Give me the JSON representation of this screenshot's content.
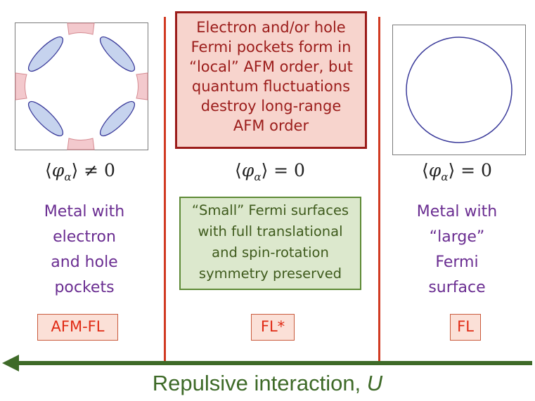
{
  "left_panel": {
    "order_parameter": "≠ 0",
    "description_lines": [
      "Metal with",
      "electron",
      "and hole",
      "pockets"
    ],
    "tag": "AFM-FL"
  },
  "middle_panel": {
    "box_lines": [
      "Electron and/or hole",
      "Fermi pockets form in",
      "“local” AFM order, but",
      "quantum fluctuations",
      "destroy long-range",
      "AFM order"
    ],
    "order_parameter": "= 0",
    "green_box_lines": [
      "“Small” Fermi surfaces",
      "with full translational",
      "and spin-rotation",
      "symmetry preserved"
    ],
    "tag": "FL*"
  },
  "right_panel": {
    "order_parameter": "= 0",
    "description_lines": [
      "Metal with",
      "“large”",
      "Fermi",
      "surface"
    ],
    "tag": "FL"
  },
  "arrow": {
    "label_text": "Repulsive interaction, ",
    "label_var": "U"
  },
  "colors": {
    "divider": "#d13a22",
    "electron_pocket_fill": "#c6d3ee",
    "hole_pocket_fill": "#f3c9cd",
    "fermi_surface_line": "#3a3a9a",
    "arrow": "#3e6a28",
    "description_text": "#6a2d91"
  }
}
